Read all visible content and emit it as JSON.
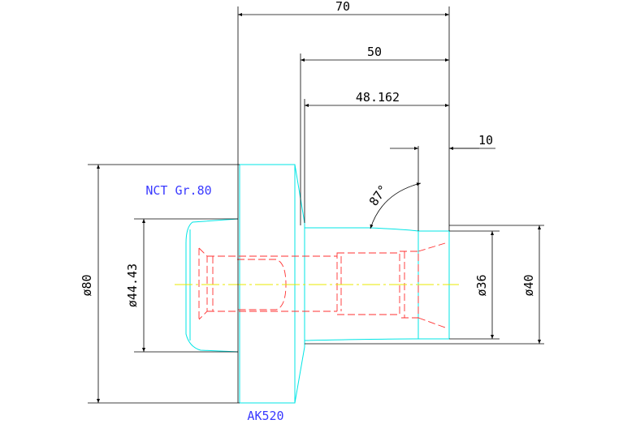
{
  "dimensions": {
    "len_70": "70",
    "len_50": "50",
    "len_48_162": "48.162",
    "len_10": "10",
    "angle_87": "87°",
    "dia_80": "ø80",
    "dia_44_43": "ø44.43",
    "dia_36": "ø36",
    "dia_40": "ø40"
  },
  "labels": {
    "material": "NCT Gr.80",
    "part_number": "AK520"
  },
  "colors": {
    "outline": "#00e5e5",
    "hidden": "#ff3030",
    "centerline": "#e8e800",
    "dimension": "#000000",
    "label": "#3a3aff"
  }
}
